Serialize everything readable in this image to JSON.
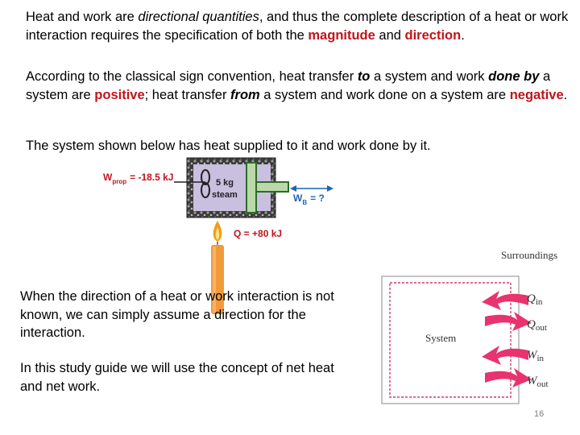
{
  "p1": {
    "a": "Heat and work are ",
    "b": "directional quantities",
    "c": ", and thus the complete description of a heat or work interaction requires the specification of both the ",
    "d": "magnitude",
    "e": " and ",
    "f": "direction",
    "g": "."
  },
  "p2": {
    "a": "According to the classical sign convention, heat transfer ",
    "b": "to",
    "c": " a system and work ",
    "d": "done by",
    "e": " a system are ",
    "f": "positive",
    "g": "; heat transfer ",
    "h": "from",
    "i": " a system and work  done on a system are ",
    "j": "negative",
    "k": "."
  },
  "p3": "The system shown below has heat supplied to it and work done by it.",
  "figure1": {
    "wprop_main": "W",
    "wprop_sub": "prop",
    "wprop_value": "= -18.5 kJ",
    "system_mass": "5 kg",
    "system_substance": "steam",
    "wb_main": "W",
    "wb_sub": "B",
    "wb_value": "= ?",
    "q_label": "Q = +80 kJ"
  },
  "p4": "When the direction of a heat or work interaction is not  known, we can simply assume a direction for the interaction.",
  "p5": "In this study guide we will use the concept of net heat and net work.",
  "figure2": {
    "surroundings": "Surroundings",
    "system": "System",
    "qin_main": "Q",
    "qin_sub": "in",
    "qout_main": "Q",
    "qout_sub": "out",
    "win_main": "W",
    "win_sub": "in",
    "wout_main": "W",
    "wout_sub": "out"
  },
  "page_number": "16",
  "colors": {
    "emphasis_red": "#c0141c",
    "arrow_pink": "#e8336f",
    "frame_pink": "#d23c6e",
    "wprop_red": "#c0141c",
    "wb_blue": "#1f64b4"
  }
}
